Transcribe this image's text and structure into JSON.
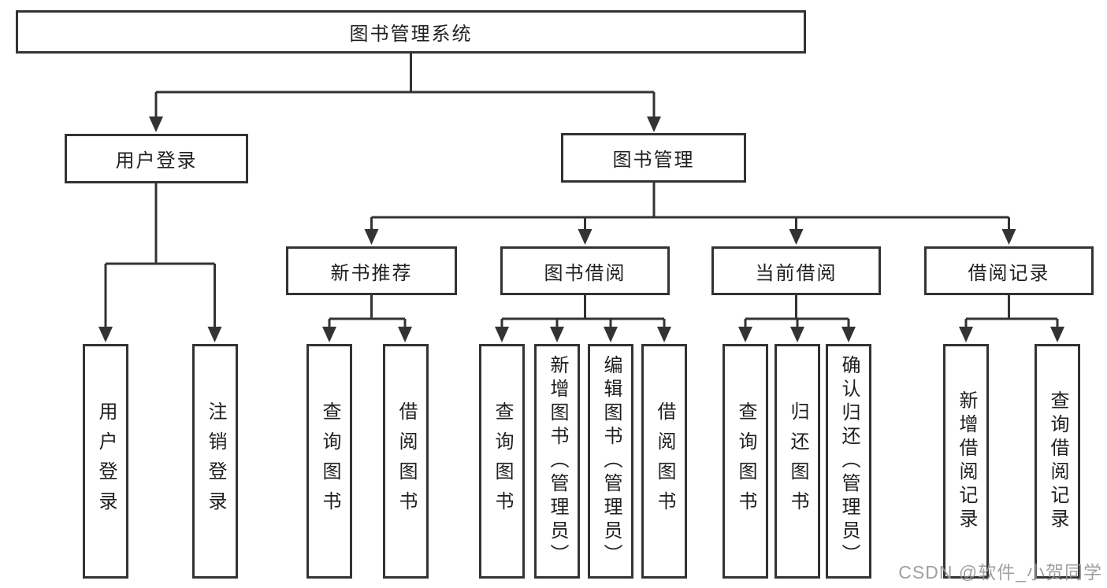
{
  "diagram": {
    "root": {
      "label": "图书管理系统"
    },
    "branches": [
      {
        "label": "用户登录",
        "children": [
          {
            "label": "用户登录"
          },
          {
            "label": "注销登录"
          }
        ]
      },
      {
        "label": "图书管理",
        "children": [
          {
            "label": "新书推荐",
            "children": [
              {
                "label": "查询图书"
              },
              {
                "label": "借阅图书"
              }
            ]
          },
          {
            "label": "图书借阅",
            "children": [
              {
                "label": "查询图书"
              },
              {
                "label": "新增图书（管理员）"
              },
              {
                "label": "编辑图书（管理员）"
              },
              {
                "label": "借阅图书"
              }
            ]
          },
          {
            "label": "当前借阅",
            "children": [
              {
                "label": "查询图书"
              },
              {
                "label": "归还图书"
              },
              {
                "label": "确认归还（管理员）"
              }
            ]
          },
          {
            "label": "借阅记录",
            "children": [
              {
                "label": "新增借阅记录"
              },
              {
                "label": "查询借阅记录"
              }
            ]
          }
        ]
      }
    ]
  },
  "watermark": {
    "text": "CSDN @软件_小贺同学"
  },
  "colors": {
    "line": "#333333",
    "border": "#333333",
    "text": "#1f1f1f",
    "watermark": "#949699",
    "background": "#ffffff"
  }
}
